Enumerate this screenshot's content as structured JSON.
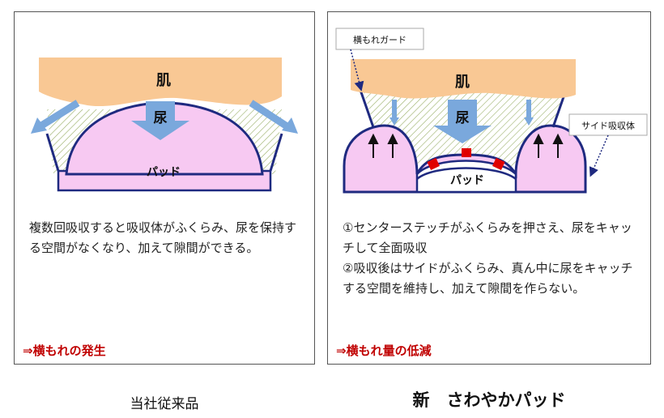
{
  "left": {
    "skin_label": "肌",
    "urine_label": "尿",
    "pad_label": "パッド",
    "description": "複数回吸収すると吸収体がふくらみ、尿を保持する空間がなくなり、加えて隙間ができる。",
    "result": "⇒横もれの発生",
    "caption": "当社従来品"
  },
  "right": {
    "skin_label": "肌",
    "urine_label": "尿",
    "pad_label": "パッド",
    "guard_label": "横もれガード",
    "side_label": "サイド吸収体",
    "description_1": "①センターステッチがふくらみを押さえ、尿をキャッチして全面吸収",
    "description_2": "②吸収後はサイドがふくらみ、真ん中に尿をキャッチする空間を維持し、加えて隙間を作らない。",
    "result": "⇒横もれ量の低減",
    "caption": "新　さわやかパッド"
  },
  "colors": {
    "skin": "#f9c894",
    "pad_fill": "#f7c9f2",
    "pad_outline": "#1f2a80",
    "arrow": "#7aa8dc",
    "stitch": "#e00000",
    "hatch": "#9bb06a",
    "result_text": "#c00000"
  }
}
